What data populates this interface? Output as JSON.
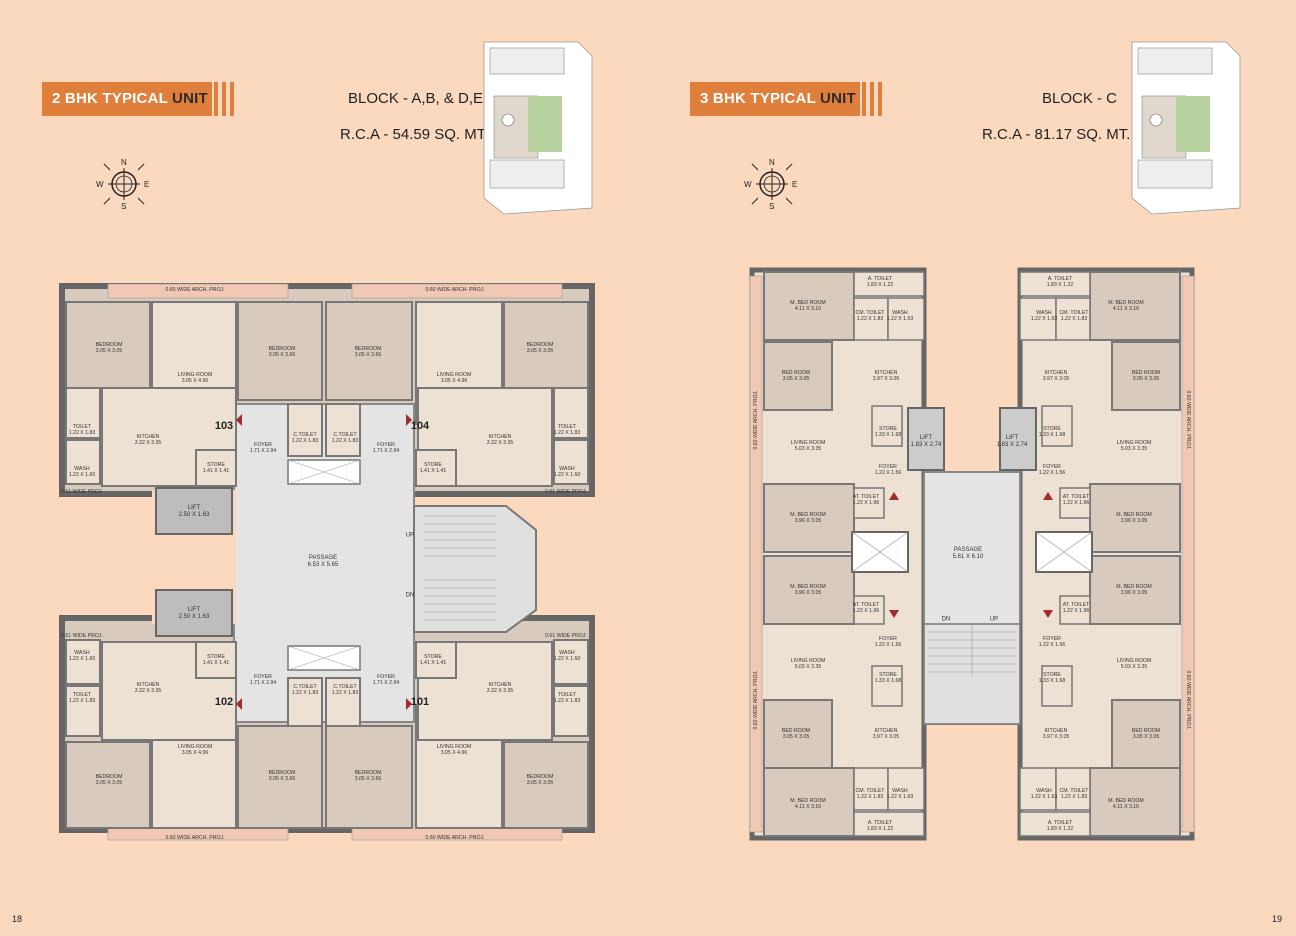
{
  "left": {
    "badge_main": "2 BHK TYPICAL ",
    "badge_accent": "UNIT",
    "block": "BLOCK - A,B, & D,E",
    "rca": "R.C.A - 54.59 SQ. MT.",
    "page_number": "18",
    "compass": {
      "n": "N",
      "s": "S",
      "e": "E",
      "w": "W"
    },
    "rooms": [
      {
        "name": "0.60 WIDE ARCH. PROJ.",
        "size": ""
      },
      {
        "name": "BEDROOM",
        "size": "3.05 X 3.05"
      },
      {
        "name": "LIVING ROOM",
        "size": "3.05 X 4.96"
      },
      {
        "name": "BEDROOM",
        "size": "3.05 X 3.66"
      },
      {
        "name": "KITCHEN",
        "size": "3.32 X 3.35"
      },
      {
        "name": "TOILET",
        "size": "1.22 X 1.83"
      },
      {
        "name": "WASH",
        "size": "1.22 X 1.60"
      },
      {
        "name": "STORE",
        "size": "1.41 X 1.41"
      },
      {
        "name": "FOYER",
        "size": "1.71 X 2.94"
      },
      {
        "name": "C.TOILET",
        "size": "1.22 X 1.83"
      },
      {
        "name": "LIFT",
        "size": "2.50 X 1.63"
      },
      {
        "name": "PASSAGE",
        "size": "6.53 X 5.65"
      },
      {
        "name": "0.61 WIDE PROJ.",
        "size": ""
      },
      {
        "name": "UP",
        "size": ""
      },
      {
        "name": "DN",
        "size": ""
      }
    ],
    "units": [
      "103",
      "104",
      "102",
      "101"
    ]
  },
  "right": {
    "badge_main": "3 BHK TYPICAL ",
    "badge_accent": "UNIT",
    "block": "BLOCK - C",
    "rca": "R.C.A - 81.17 SQ. MT.",
    "page_number": "19",
    "compass": {
      "n": "N",
      "s": "S",
      "e": "E",
      "w": "W"
    },
    "rooms": [
      {
        "name": "M. BED ROOM",
        "size": "4.11 X 3.16"
      },
      {
        "name": "A. TOILET",
        "size": "1.83 X 1.22"
      },
      {
        "name": "CM. TOILET",
        "size": "1.22 X 1.83"
      },
      {
        "name": "WASH",
        "size": "1.22 X 1.63"
      },
      {
        "name": "BED ROOM",
        "size": "3.05 X 3.05"
      },
      {
        "name": "KITCHEN",
        "size": "3.97 X 3.05"
      },
      {
        "name": "STORE",
        "size": "1.33 X 1.68"
      },
      {
        "name": "LIFT",
        "size": "1.83 X 2.74"
      },
      {
        "name": "LIVING ROOM",
        "size": "5.03 X 3.35"
      },
      {
        "name": "FOYER",
        "size": "1.22 X 1.56"
      },
      {
        "name": "M. BED ROOM",
        "size": "3.96 X 3.05"
      },
      {
        "name": "AT. TOILET",
        "size": "1.22 X 1.96"
      },
      {
        "name": "PASSAGE",
        "size": "5.61 X 6.10"
      },
      {
        "name": "0.60 WIDE ARCH. PROJ.",
        "size": ""
      },
      {
        "name": "DN",
        "size": ""
      },
      {
        "name": "UP",
        "size": ""
      }
    ]
  }
}
